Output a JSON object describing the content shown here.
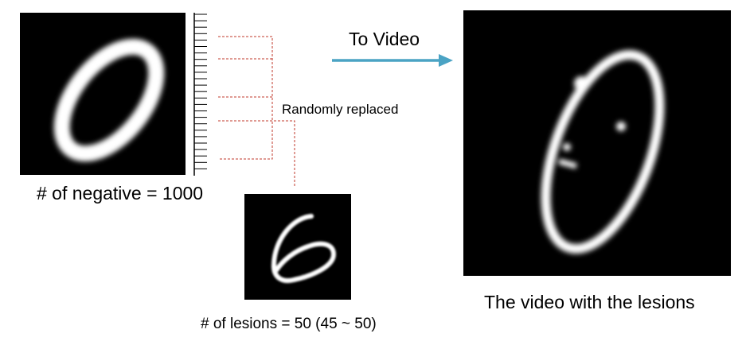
{
  "source_image": {
    "caption": "# of negative = 1000"
  },
  "lesion_image": {
    "caption": "# of lesions = 50 (45 ~ 50)"
  },
  "replacement": {
    "label": "Randomly replaced"
  },
  "conversion": {
    "arrow_label": "To Video",
    "arrow_color": "#4aa3c4"
  },
  "output_video": {
    "caption": "The video with the lesions"
  },
  "colors": {
    "dashed_line": "#c0392b",
    "panel_bg": "#000000",
    "stroke": "#ffffff"
  }
}
